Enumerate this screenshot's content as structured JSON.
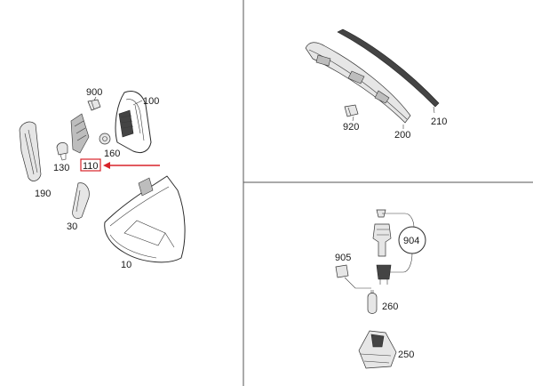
{
  "accent_color": "#d8232a",
  "callouts": {
    "c900": "900",
    "c100": "100",
    "c130": "130",
    "c160": "160",
    "c110": "110",
    "c190": "190",
    "c30": "30",
    "c10": "10",
    "c210": "210",
    "c920": "920",
    "c200": "200",
    "c904": "904",
    "c905": "905",
    "c260": "260",
    "c250": "250"
  }
}
